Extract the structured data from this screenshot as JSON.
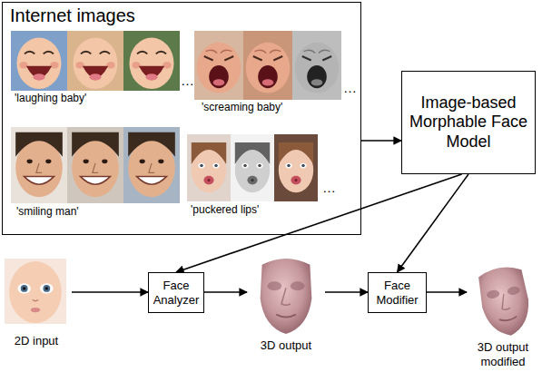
{
  "diagram": {
    "nodes": [
      {
        "text": [
          "Internet images"
        ]
      },
      {
        "text": [
          "Image-based Morphable Face Model"
        ]
      },
      {
        "text": [
          "2D input"
        ]
      },
      {
        "text": [
          "Face Analyzer"
        ]
      },
      {
        "text": [
          "3D output"
        ]
      },
      {
        "text": [
          "Face Modifier"
        ]
      },
      {
        "text": [
          "3D output modified"
        ]
      }
    ],
    "edges": [
      {
        "from": 0,
        "to": 1,
        "arrow": "to"
      },
      {
        "from": 1,
        "to": 3,
        "arrow": "to"
      },
      {
        "from": 1,
        "to": 5,
        "arrow": "to"
      },
      {
        "from": 2,
        "to": 3,
        "arrow": "to"
      },
      {
        "from": 3,
        "to": 4,
        "arrow": "to"
      },
      {
        "from": 4,
        "to": 5,
        "arrow": "to"
      },
      {
        "from": 5,
        "to": 6,
        "arrow": "to"
      }
    ],
    "labels": [
      "'laughing baby'",
      "…",
      "'screaming baby'",
      "…",
      "'smiling man'",
      "'puckered lips'",
      "…"
    ]
  }
}
